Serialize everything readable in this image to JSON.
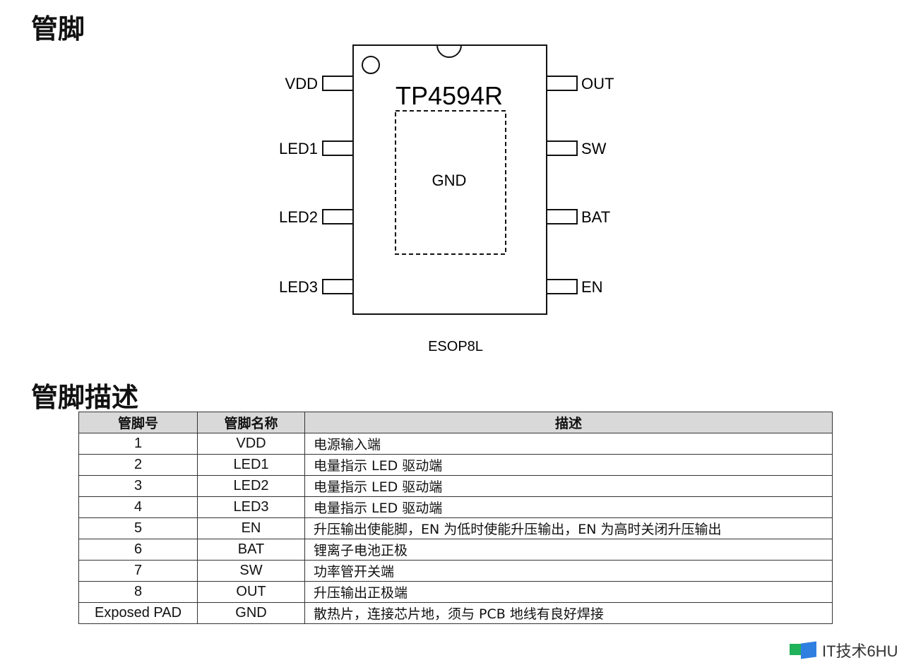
{
  "headings": {
    "pins": "管脚",
    "pin_description": "管脚描述"
  },
  "chip": {
    "part_number": "TP4594R",
    "pad_label": "GND",
    "package": "ESOP8L",
    "left_pins": [
      "VDD",
      "LED1",
      "LED2",
      "LED3"
    ],
    "right_pins": [
      "OUT",
      "SW",
      "BAT",
      "EN"
    ]
  },
  "table": {
    "headers": [
      "管脚号",
      "管脚名称",
      "描述"
    ],
    "rows": [
      [
        "1",
        "VDD",
        "电源输入端"
      ],
      [
        "2",
        "LED1",
        "电量指示 LED 驱动端"
      ],
      [
        "3",
        "LED2",
        "电量指示 LED 驱动端"
      ],
      [
        "4",
        "LED3",
        "电量指示 LED 驱动端"
      ],
      [
        "5",
        "EN",
        "升压输出使能脚，EN 为低时使能升压输出，EN 为高时关闭升压输出"
      ],
      [
        "6",
        "BAT",
        "锂离子电池正极"
      ],
      [
        "7",
        "SW",
        "功率管开关端"
      ],
      [
        "8",
        "OUT",
        "升压输出正极端"
      ],
      [
        "Exposed PAD",
        "GND",
        "散热片，连接芯片地，须与 PCB 地线有良好焊接"
      ]
    ]
  },
  "watermark": {
    "text": "IT技术6HU",
    "colors": [
      "#1fb25a",
      "#2f7fe0"
    ]
  }
}
